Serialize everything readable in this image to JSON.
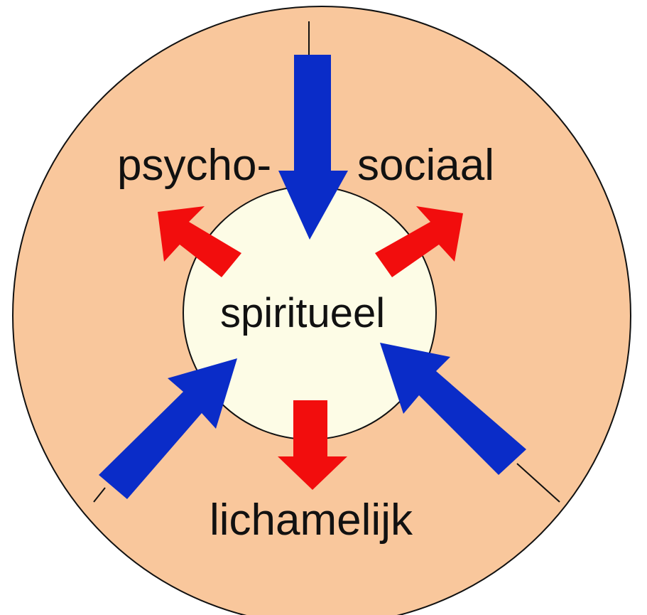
{
  "labels": {
    "psycho": "psycho-",
    "sociaal": "sociaal",
    "center": "spiritueel",
    "bottom": "lichamelijk"
  },
  "colors": {
    "outer_fill": "#F9C79C",
    "inner_fill": "#FDFCE6",
    "line": "#111111",
    "blue_arrow": "#0A2CC8",
    "red_arrow": "#F20D0D",
    "background": "#ffffff"
  },
  "arrows": {
    "inward": [
      "top",
      "lower-left",
      "lower-right"
    ],
    "outward": [
      "upper-left",
      "upper-right",
      "bottom"
    ]
  }
}
